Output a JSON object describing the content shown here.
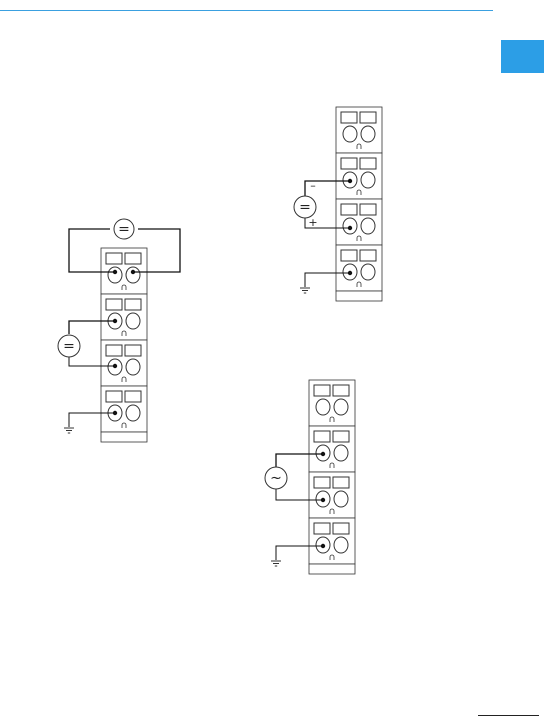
{
  "header": {
    "accent_color": "#2c9ee6",
    "rule_color": "#3aa0e0"
  },
  "diagrams": [
    {
      "id": "left",
      "source_symbol": "=",
      "ground_symbol": "ground-icon"
    },
    {
      "id": "top-right",
      "source_symbol": "=",
      "polarity_minus": "–",
      "polarity_plus": "+",
      "ground_symbol": "ground-icon"
    },
    {
      "id": "bottom-right",
      "source_symbol": "~",
      "ground_symbol": "ground-icon"
    }
  ]
}
